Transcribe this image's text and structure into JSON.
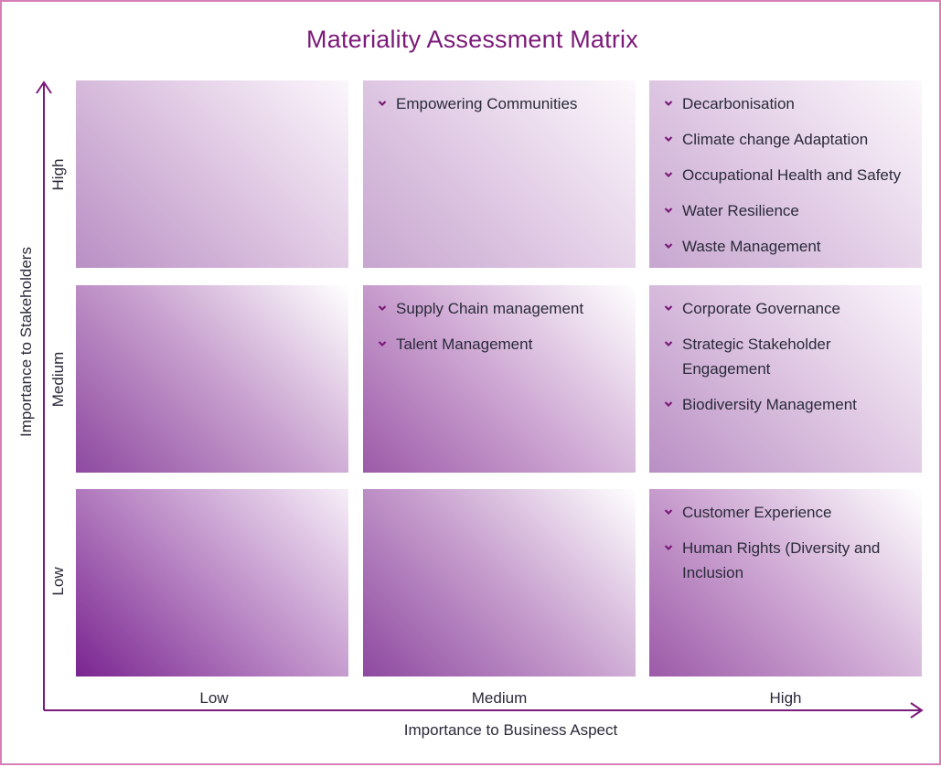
{
  "title": "Materiality Assessment Matrix",
  "y_axis_label": "Importance to Stakeholders",
  "x_axis_label": "Importance to Business Aspect",
  "row_labels": [
    "High",
    "Medium",
    "Low"
  ],
  "column_labels": [
    "Low",
    "Medium",
    "High"
  ],
  "cells": {
    "high_low": [],
    "high_medium": [
      "Empowering Communities"
    ],
    "high_high": [
      "Decarbonisation",
      "Climate change Adaptation",
      "Occupational Health and Safety",
      "Water Resilience",
      "Waste Management"
    ],
    "medium_low": [],
    "medium_medium": [
      "Supply Chain management",
      "Talent Management"
    ],
    "medium_high": [
      "Corporate Governance",
      "Strategic Stakeholder Engagement",
      "Biodiversity Management"
    ],
    "low_low": [],
    "low_medium": [],
    "low_high": [
      "Customer Experience",
      "Human Rights (Diversity and Inclusion"
    ]
  },
  "colors": {
    "title": "#7b1a78",
    "axis": "#7b1a78",
    "frame_border": "#d67fb6",
    "cell_dark": "#7a2590",
    "bullet": "#7b1a78"
  },
  "icons": {
    "bullet": "chevron-down-icon",
    "axis_end": "arrow-head-icon"
  }
}
